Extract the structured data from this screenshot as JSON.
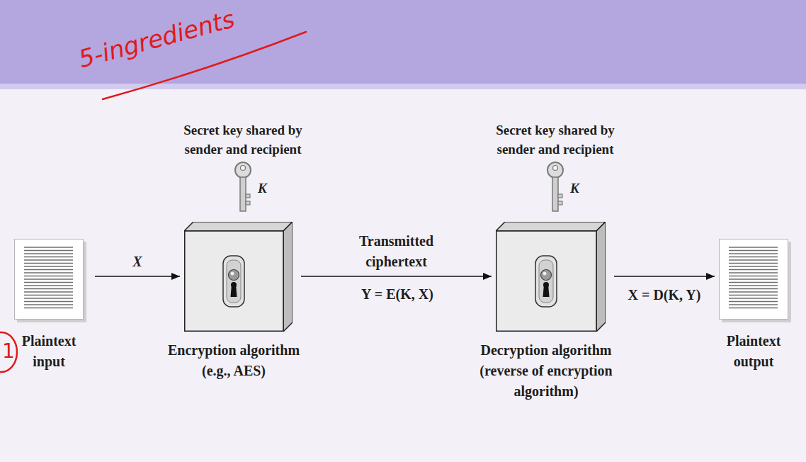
{
  "diagram": {
    "nodes": [
      {
        "text": [
          "Plaintext input"
        ]
      },
      {
        "text": [
          "Encryption algorithm (e.g., AES)"
        ]
      },
      {
        "text": [
          "Decryption algorithm (reverse of encryption algorithm)"
        ]
      },
      {
        "text": [
          "Plaintext output"
        ]
      }
    ],
    "edges": [
      {
        "from": 0,
        "to": 1,
        "arrow": "to",
        "label": "X"
      },
      {
        "from": 1,
        "to": 2,
        "arrow": "to",
        "label": "Transmitted ciphertext"
      },
      {
        "from": 2,
        "to": 3,
        "arrow": "to",
        "label": "X = D(K, Y)"
      }
    ],
    "labels": [
      "5-ingredients",
      "1",
      "Secret key shared by sender and recipient",
      "K",
      "Secret key shared by sender and recipient",
      "K",
      "Y = E(K, X)"
    ]
  }
}
